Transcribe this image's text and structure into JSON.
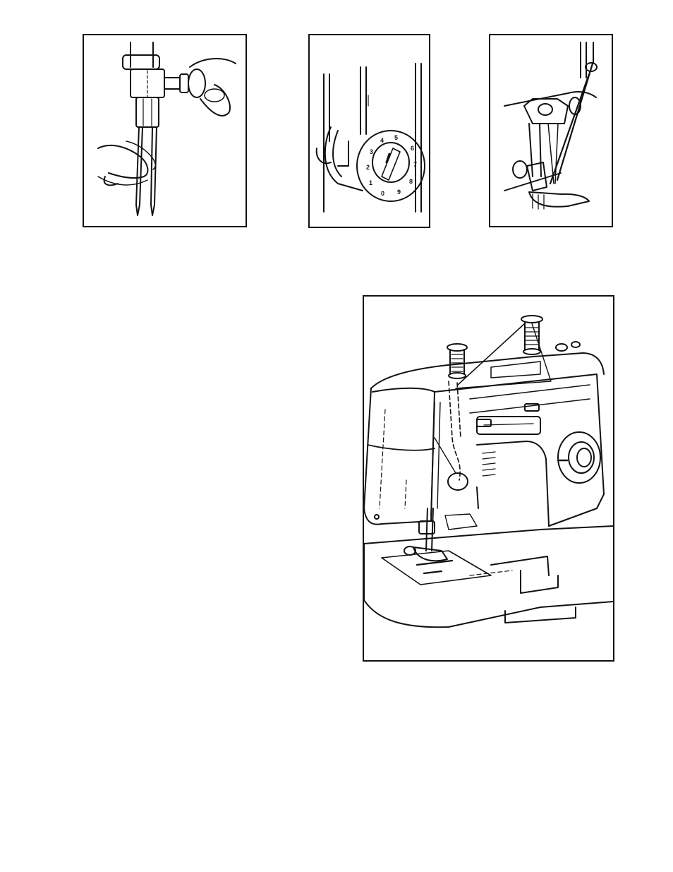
{
  "figures": {
    "twin_needle_insert": {},
    "tension_dial": {
      "dial_numbers": [
        "0",
        "1",
        "2",
        "3",
        "4",
        "5",
        "6",
        "7",
        "8",
        "9"
      ]
    },
    "presser_foot_threading": {},
    "machine_threading_overview": {}
  },
  "colors": {
    "line": "#111111",
    "background": "#ffffff"
  }
}
